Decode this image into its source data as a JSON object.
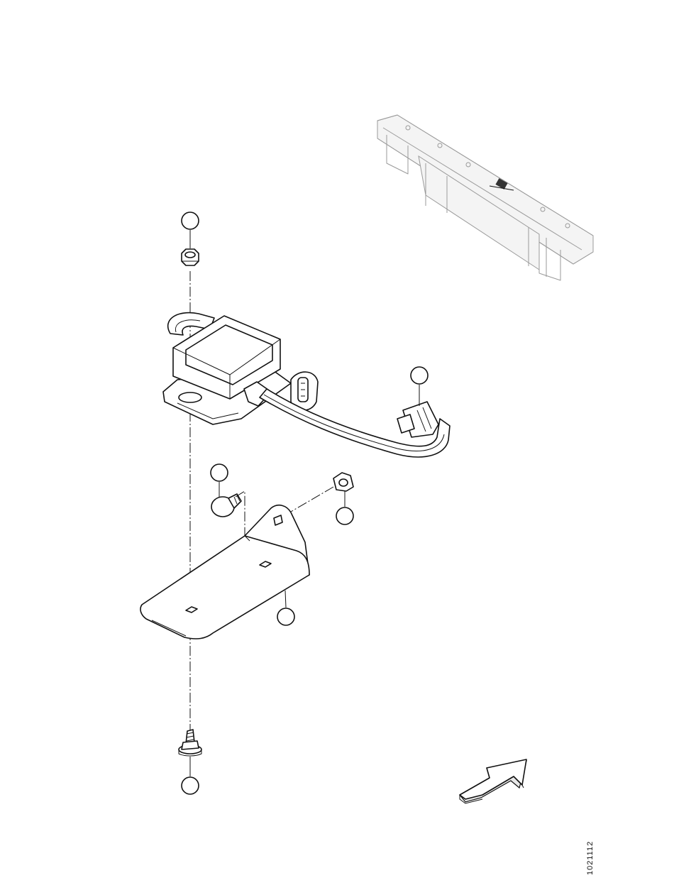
{
  "drawing_number": "1021112",
  "callouts": [
    {
      "id": "nut-callout",
      "label": ""
    },
    {
      "id": "sensor-callout",
      "label": ""
    },
    {
      "id": "carriage-bolt-callout",
      "label": ""
    },
    {
      "id": "flange-nut-callout",
      "label": ""
    },
    {
      "id": "bracket-callout",
      "label": ""
    },
    {
      "id": "bolt-callout",
      "label": ""
    }
  ],
  "colors": {
    "line": "#111111",
    "frame_line": "#9a9a9a",
    "background": "#ffffff"
  },
  "icons": {
    "direction": "arrow-icon"
  }
}
